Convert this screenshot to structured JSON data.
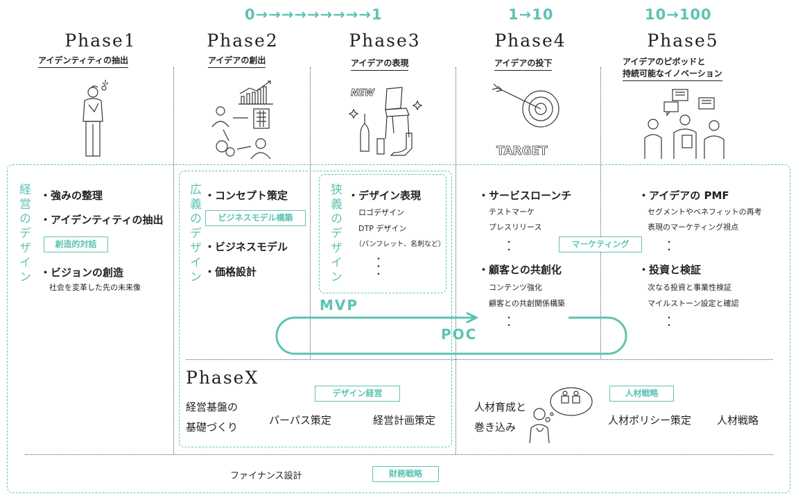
{
  "ranges": {
    "r0to1": "0→→→→→→→→→1",
    "r1to10": "1→10",
    "r10to100": "10→100"
  },
  "phases": [
    {
      "title": "Phase1",
      "subtitle": "アイデンティティの抽出"
    },
    {
      "title": "Phase2",
      "subtitle": "アイデアの創出"
    },
    {
      "title": "Phase3",
      "subtitle": "アイデアの表現"
    },
    {
      "title": "Phase4",
      "subtitle": "アイデアの投下"
    },
    {
      "title": "Phase5",
      "subtitle_line1": "アイデアのピボッドと",
      "subtitle_line2": "持続可能なイノベーション"
    }
  ],
  "illustrations": {
    "new_label": "NEW",
    "target_label": "TARGET"
  },
  "side_labels": {
    "keiei": "経営のデザイン",
    "kougi": "広義のデザイン",
    "kyougi": "狭義のデザイン"
  },
  "col1": {
    "item1": "・強みの整理",
    "item2": "・アイデンティティの抽出",
    "tag": "創造的対話",
    "item3": "・ビジョンの創造",
    "item3_sub": "社会を変革した先の未来像"
  },
  "col2": {
    "item1": "・コンセプト策定",
    "tag": "ビジネスモデル構築",
    "item2": "・ビジネスモデル",
    "item3": "・価格設計"
  },
  "col3": {
    "item1": "・デザイン表現",
    "sub1": "ロゴデザイン",
    "sub2": "DTP デザイン",
    "sub3": "（パンフレット、名刺など）",
    "dots": "・\n・\n・"
  },
  "col4": {
    "item1": "・サービスローンチ",
    "sub1": "テストマーケ",
    "sub2": "プレスリリース",
    "dots1": "・\n・",
    "item2": "・顧客との共創化",
    "sub3": "コンテンツ強化",
    "sub4": "顧客との共創関係構築",
    "dots2": "・\n・"
  },
  "col5": {
    "item1": "・アイデアの PMF",
    "sub1": "セグメントやベネフィットの再考",
    "sub2": "表現のマーケティング視点",
    "dots1": "・\n・",
    "item2": "・投資と検証",
    "sub3": "次なる投資と事業性検証",
    "sub4": "マイルストーン設定と確認",
    "dots2": "・\n・"
  },
  "marketing_tag": "マーケティング",
  "mvp": "MVP",
  "poc": "POC",
  "phasex": {
    "title": "PhaseX",
    "base_line1": "経営基盤の",
    "base_line2": "基礎づくり",
    "tag": "デザイン経営",
    "item1": "パーパス策定",
    "item2": "経営計画策定"
  },
  "hr": {
    "text_line1": "人材育成と",
    "text_line2": "巻き込み",
    "tag": "人材戦略",
    "item1": "人材ポリシー策定",
    "item2": "人材戦略"
  },
  "finance": {
    "text": "ファイナンス設計",
    "tag": "財務戦略"
  },
  "colors": {
    "accent": "#5cc3b2",
    "text": "#231f20"
  }
}
